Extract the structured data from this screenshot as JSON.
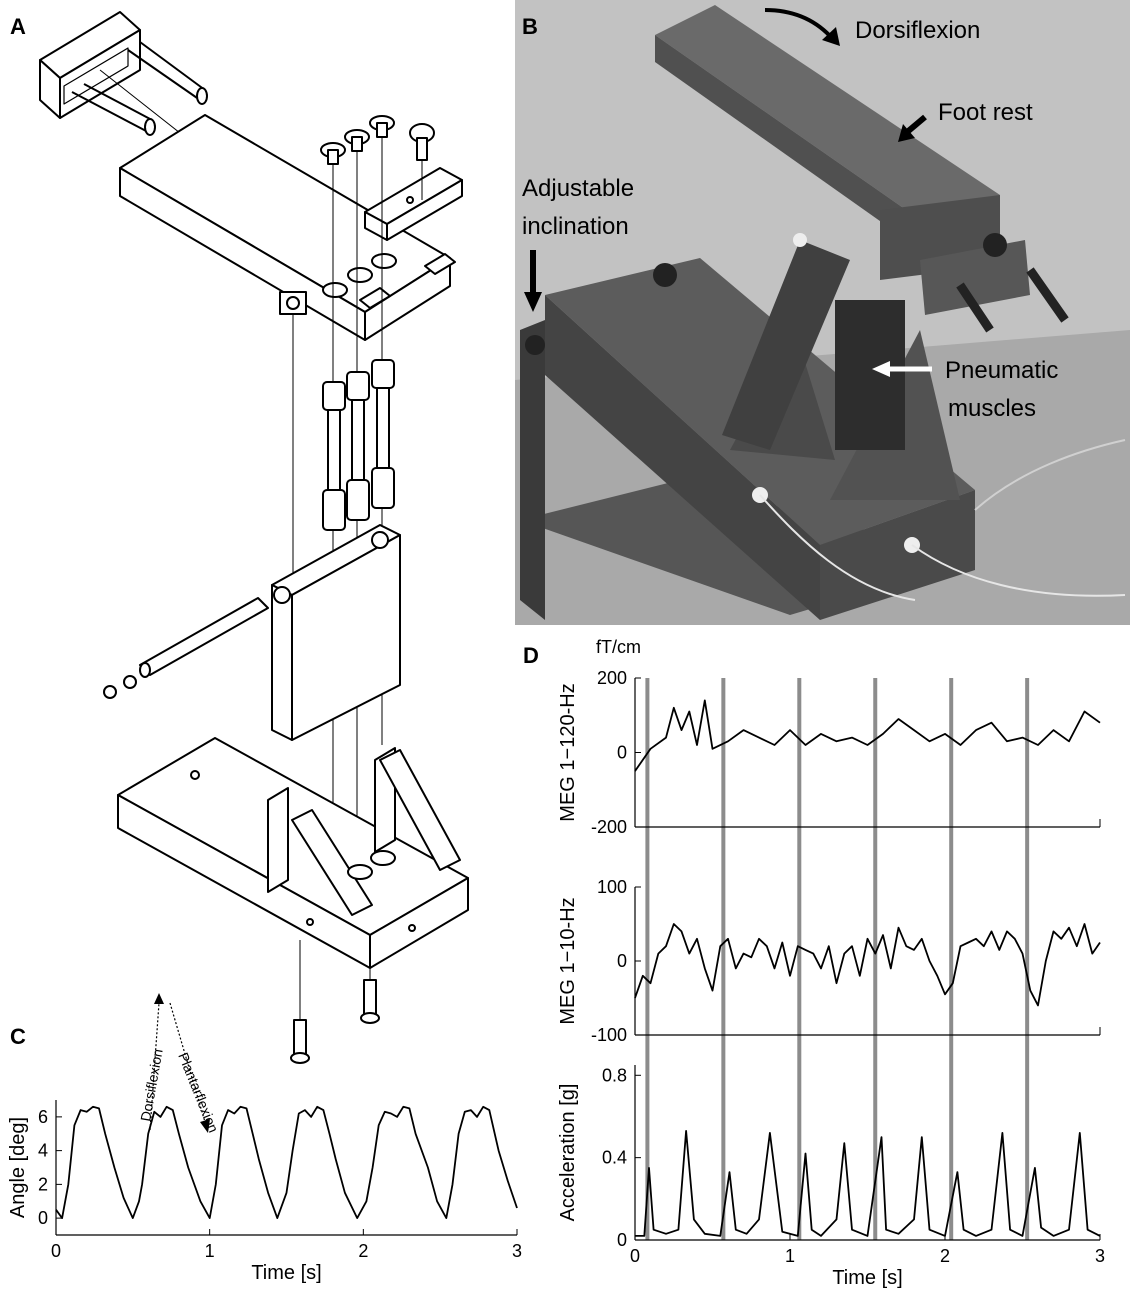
{
  "panels": {
    "a": {
      "letter": "A"
    },
    "b": {
      "letter": "B",
      "labels": {
        "dorsiflexion": "Dorsiflexion",
        "foot_rest": "Foot rest",
        "adjustable_1": "Adjustable",
        "adjustable_2": "inclination",
        "pneumatic_1": "Pneumatic",
        "pneumatic_2": "muscles"
      }
    },
    "c": {
      "letter": "C"
    },
    "d": {
      "letter": "D",
      "unit": "fT/cm"
    }
  },
  "chart_data": [
    {
      "id": "C",
      "type": "line",
      "xlabel": "Time [s]",
      "ylabel": "Angle [deg]",
      "xlim": [
        0,
        3
      ],
      "ylim": [
        -1,
        7
      ],
      "xticks": [
        0,
        1,
        2,
        3
      ],
      "yticks": [
        0,
        2,
        4,
        6
      ],
      "annotations": [
        "Dorsiflexion",
        "Plantarflexion"
      ],
      "cycle_period_s": 0.5,
      "series": [
        {
          "x": [
            0,
            0.04,
            0.08,
            0.12,
            0.16,
            0.2,
            0.24,
            0.28,
            0.32,
            0.38,
            0.44,
            0.5,
            0.54,
            0.56,
            0.6,
            0.64,
            0.68,
            0.72,
            0.76,
            0.8,
            0.86,
            0.94,
            1.0,
            1.04,
            1.08,
            1.12,
            1.16,
            1.2,
            1.24,
            1.28,
            1.32,
            1.38,
            1.44,
            1.5,
            1.54,
            1.58,
            1.62,
            1.66,
            1.7,
            1.74,
            1.78,
            1.82,
            1.88,
            1.96,
            2.02,
            2.06,
            2.1,
            2.14,
            2.18,
            2.22,
            2.26,
            2.3,
            2.34,
            2.42,
            2.48,
            2.54,
            2.58,
            2.62,
            2.66,
            2.7,
            2.74,
            2.78,
            2.82,
            2.88,
            2.94,
            3.0
          ],
          "y": [
            0.5,
            0.0,
            2.0,
            5.5,
            6.4,
            6.3,
            6.6,
            6.5,
            5.0,
            3.0,
            1.2,
            0.0,
            1.0,
            2.0,
            5.0,
            6.3,
            6.0,
            6.6,
            6.4,
            5.0,
            3.0,
            1.0,
            0.0,
            2.0,
            5.5,
            6.4,
            6.2,
            6.6,
            6.5,
            5.0,
            3.5,
            1.5,
            0.0,
            1.5,
            4.0,
            6.2,
            6.4,
            6.0,
            6.6,
            6.4,
            5.0,
            3.5,
            1.5,
            0.0,
            1.0,
            3.0,
            5.5,
            6.3,
            6.2,
            6.0,
            6.6,
            6.5,
            5.0,
            3.0,
            1.0,
            0.0,
            2.0,
            5.0,
            6.3,
            6.4,
            6.0,
            6.6,
            6.4,
            4.0,
            2.2,
            0.6
          ]
        }
      ]
    },
    {
      "id": "D1",
      "type": "line",
      "ylabel": "MEG 1−120-Hz",
      "xlim": [
        0,
        3
      ],
      "ylim": [
        -200,
        200
      ],
      "yticks": [
        -200,
        0,
        200
      ],
      "event_lines_s": [
        0.08,
        0.57,
        1.06,
        1.55,
        2.04,
        2.53
      ],
      "series": [
        {
          "x": [
            0,
            0.1,
            0.2,
            0.25,
            0.3,
            0.35,
            0.4,
            0.45,
            0.5,
            0.6,
            0.7,
            0.8,
            0.9,
            1.0,
            1.1,
            1.2,
            1.3,
            1.4,
            1.5,
            1.6,
            1.7,
            1.8,
            1.9,
            2.0,
            2.1,
            2.2,
            2.3,
            2.4,
            2.5,
            2.6,
            2.7,
            2.8,
            2.9,
            3.0
          ],
          "y": [
            -50,
            10,
            40,
            120,
            60,
            110,
            20,
            140,
            10,
            30,
            60,
            40,
            20,
            60,
            20,
            50,
            30,
            40,
            20,
            50,
            90,
            60,
            30,
            50,
            20,
            60,
            80,
            30,
            40,
            20,
            60,
            30,
            110,
            80
          ]
        }
      ]
    },
    {
      "id": "D2",
      "type": "line",
      "ylabel": "MEG 1−10-Hz",
      "xlim": [
        0,
        3
      ],
      "ylim": [
        -100,
        100
      ],
      "yticks": [
        -100,
        0,
        100
      ],
      "event_lines_s": [
        0.08,
        0.57,
        1.06,
        1.55,
        2.04,
        2.53
      ],
      "series": [
        {
          "x": [
            0,
            0.05,
            0.1,
            0.15,
            0.2,
            0.25,
            0.3,
            0.35,
            0.4,
            0.45,
            0.5,
            0.55,
            0.6,
            0.65,
            0.7,
            0.75,
            0.8,
            0.85,
            0.9,
            0.95,
            1.0,
            1.05,
            1.1,
            1.15,
            1.2,
            1.25,
            1.3,
            1.35,
            1.4,
            1.45,
            1.5,
            1.55,
            1.6,
            1.65,
            1.7,
            1.75,
            1.8,
            1.85,
            1.9,
            1.95,
            2.0,
            2.05,
            2.1,
            2.15,
            2.2,
            2.25,
            2.3,
            2.35,
            2.4,
            2.45,
            2.5,
            2.55,
            2.6,
            2.65,
            2.7,
            2.75,
            2.8,
            2.85,
            2.9,
            2.95,
            3.0
          ],
          "y": [
            -50,
            -20,
            -30,
            10,
            20,
            50,
            40,
            10,
            30,
            -10,
            -40,
            20,
            30,
            -10,
            10,
            5,
            30,
            20,
            -10,
            25,
            -20,
            20,
            15,
            10,
            -10,
            20,
            -30,
            10,
            20,
            -20,
            30,
            10,
            35,
            -10,
            45,
            20,
            15,
            30,
            0,
            -20,
            -45,
            -30,
            20,
            25,
            30,
            20,
            40,
            15,
            40,
            30,
            10,
            -40,
            -60,
            0,
            40,
            30,
            45,
            20,
            50,
            10,
            25
          ]
        }
      ]
    },
    {
      "id": "D3",
      "type": "line",
      "xlabel": "Time [s]",
      "ylabel": "Acceleration [g]",
      "xlim": [
        0,
        3
      ],
      "ylim": [
        0,
        0.85
      ],
      "xticks": [
        0,
        1,
        2,
        3
      ],
      "yticks": [
        0,
        0.4,
        0.8
      ],
      "event_lines_s": [
        0.08,
        0.57,
        1.06,
        1.55,
        2.04,
        2.53
      ],
      "series": [
        {
          "x": [
            0,
            0.06,
            0.09,
            0.12,
            0.2,
            0.28,
            0.33,
            0.38,
            0.45,
            0.55,
            0.61,
            0.65,
            0.72,
            0.8,
            0.87,
            0.95,
            1.05,
            1.1,
            1.14,
            1.2,
            1.3,
            1.35,
            1.4,
            1.5,
            1.59,
            1.62,
            1.7,
            1.8,
            1.85,
            1.9,
            2.0,
            2.08,
            2.12,
            2.2,
            2.3,
            2.37,
            2.42,
            2.5,
            2.58,
            2.62,
            2.7,
            2.8,
            2.87,
            2.92,
            3.0
          ],
          "y": [
            0.02,
            0.02,
            0.35,
            0.05,
            0.03,
            0.05,
            0.53,
            0.1,
            0.03,
            0.02,
            0.33,
            0.05,
            0.03,
            0.1,
            0.52,
            0.04,
            0.02,
            0.42,
            0.05,
            0.02,
            0.1,
            0.47,
            0.05,
            0.02,
            0.5,
            0.05,
            0.03,
            0.1,
            0.5,
            0.05,
            0.02,
            0.33,
            0.05,
            0.02,
            0.05,
            0.52,
            0.05,
            0.02,
            0.35,
            0.06,
            0.02,
            0.05,
            0.52,
            0.05,
            0.02
          ]
        }
      ]
    }
  ]
}
